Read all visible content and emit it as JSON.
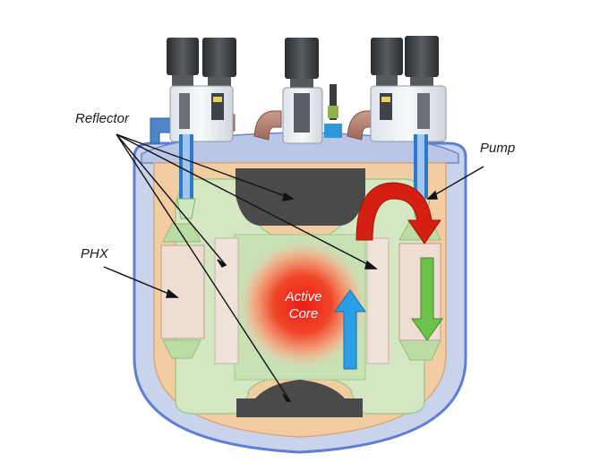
{
  "labels": {
    "reflector": "Reflector",
    "pump": "Pump",
    "phx": "PHX",
    "core_line1": "Active",
    "core_line2": "Core"
  },
  "colors": {
    "vessel_outer": "#c9d3ec",
    "vessel_border": "#5f7fd0",
    "vessel_inner": "#f2cda2",
    "reflector": "#4a4a4a",
    "salt_channel": "#cfe6c0",
    "phx_block": "#efdcd2",
    "core_center": "#e8201a",
    "flow_red": "#d41f12",
    "flow_green": "#6cc24a",
    "flow_blue": "#2a9ee6",
    "motor": "#3a3d40"
  },
  "icons": {
    "flow_up": "arrow-up-icon",
    "flow_down": "arrow-down-icon",
    "flow_curve": "curved-arrow-icon"
  }
}
